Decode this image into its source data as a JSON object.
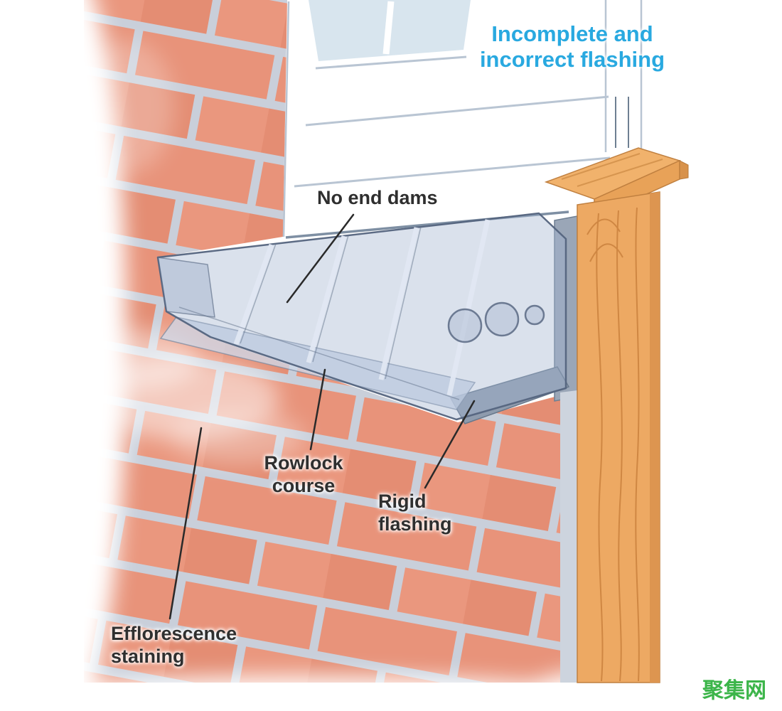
{
  "title": {
    "text": "Incomplete and incorrect flashing"
  },
  "annotations": {
    "no_end_dams": {
      "label": "No end dams"
    },
    "rowlock_course": {
      "label": "Rowlock course"
    },
    "rigid_flashing": {
      "label": "Rigid flashing"
    },
    "efflorescence_staining": {
      "label": "Efflorescence staining"
    }
  },
  "watermark": {
    "text": "聚集网"
  },
  "colors": {
    "title_blue": "#29A9E0",
    "label_dark": "#2F2F2F",
    "watermark_green": "#3CB54A",
    "brick": "#E8937A",
    "mortar": "#C9CFDA",
    "wood": "#EDA963",
    "flashing_gray": "#97A3B4",
    "glass_blue": "#D8E5EE"
  }
}
